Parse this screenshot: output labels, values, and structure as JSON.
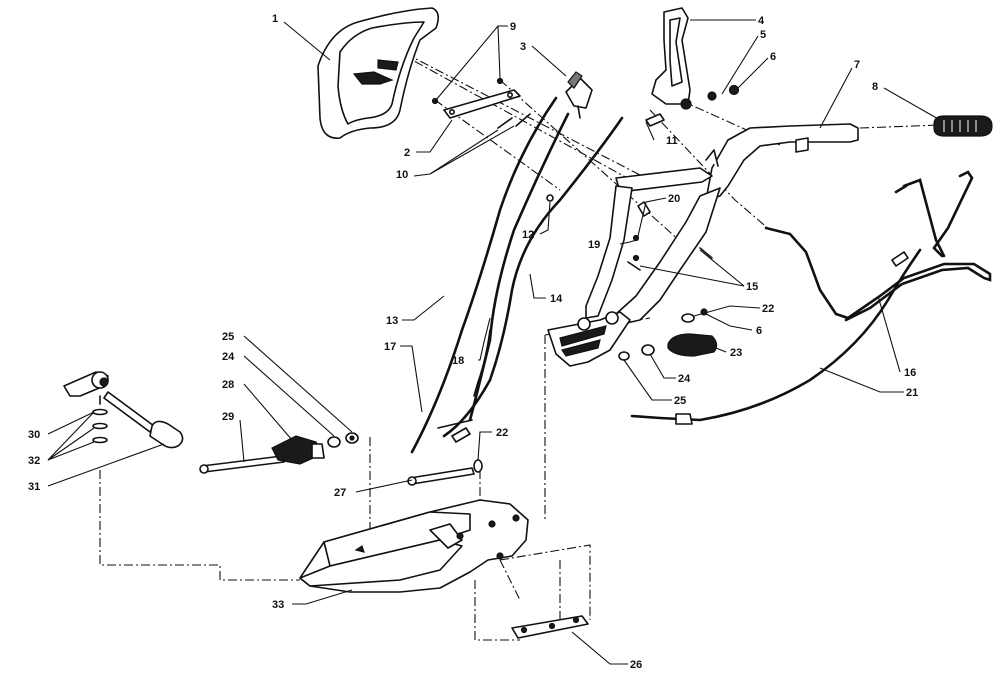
{
  "callouts": [
    {
      "id": "c1",
      "label": "1"
    },
    {
      "id": "c2",
      "label": "2"
    },
    {
      "id": "c3",
      "label": "3"
    },
    {
      "id": "c4",
      "label": "4"
    },
    {
      "id": "c5",
      "label": "5"
    },
    {
      "id": "c6a",
      "label": "6"
    },
    {
      "id": "c7",
      "label": "7"
    },
    {
      "id": "c8",
      "label": "8"
    },
    {
      "id": "c9",
      "label": "9"
    },
    {
      "id": "c10",
      "label": "10"
    },
    {
      "id": "c11",
      "label": "11"
    },
    {
      "id": "c12",
      "label": "12"
    },
    {
      "id": "c13",
      "label": "13"
    },
    {
      "id": "c14",
      "label": "14"
    },
    {
      "id": "c15",
      "label": "15"
    },
    {
      "id": "c16",
      "label": "16"
    },
    {
      "id": "c17",
      "label": "17"
    },
    {
      "id": "c18",
      "label": "18"
    },
    {
      "id": "c19",
      "label": "19"
    },
    {
      "id": "c20",
      "label": "20"
    },
    {
      "id": "c21",
      "label": "21"
    },
    {
      "id": "c22a",
      "label": "22"
    },
    {
      "id": "c22b",
      "label": "22"
    },
    {
      "id": "c6b",
      "label": "6"
    },
    {
      "id": "c23",
      "label": "23"
    },
    {
      "id": "c24a",
      "label": "24"
    },
    {
      "id": "c24b",
      "label": "24"
    },
    {
      "id": "c25a",
      "label": "25"
    },
    {
      "id": "c25b",
      "label": "25"
    },
    {
      "id": "c26",
      "label": "26"
    },
    {
      "id": "c27",
      "label": "27"
    },
    {
      "id": "c28",
      "label": "28"
    },
    {
      "id": "c29",
      "label": "29"
    },
    {
      "id": "c30",
      "label": "30"
    },
    {
      "id": "c31",
      "label": "31"
    },
    {
      "id": "c32",
      "label": "32"
    },
    {
      "id": "c33",
      "label": "33"
    }
  ]
}
